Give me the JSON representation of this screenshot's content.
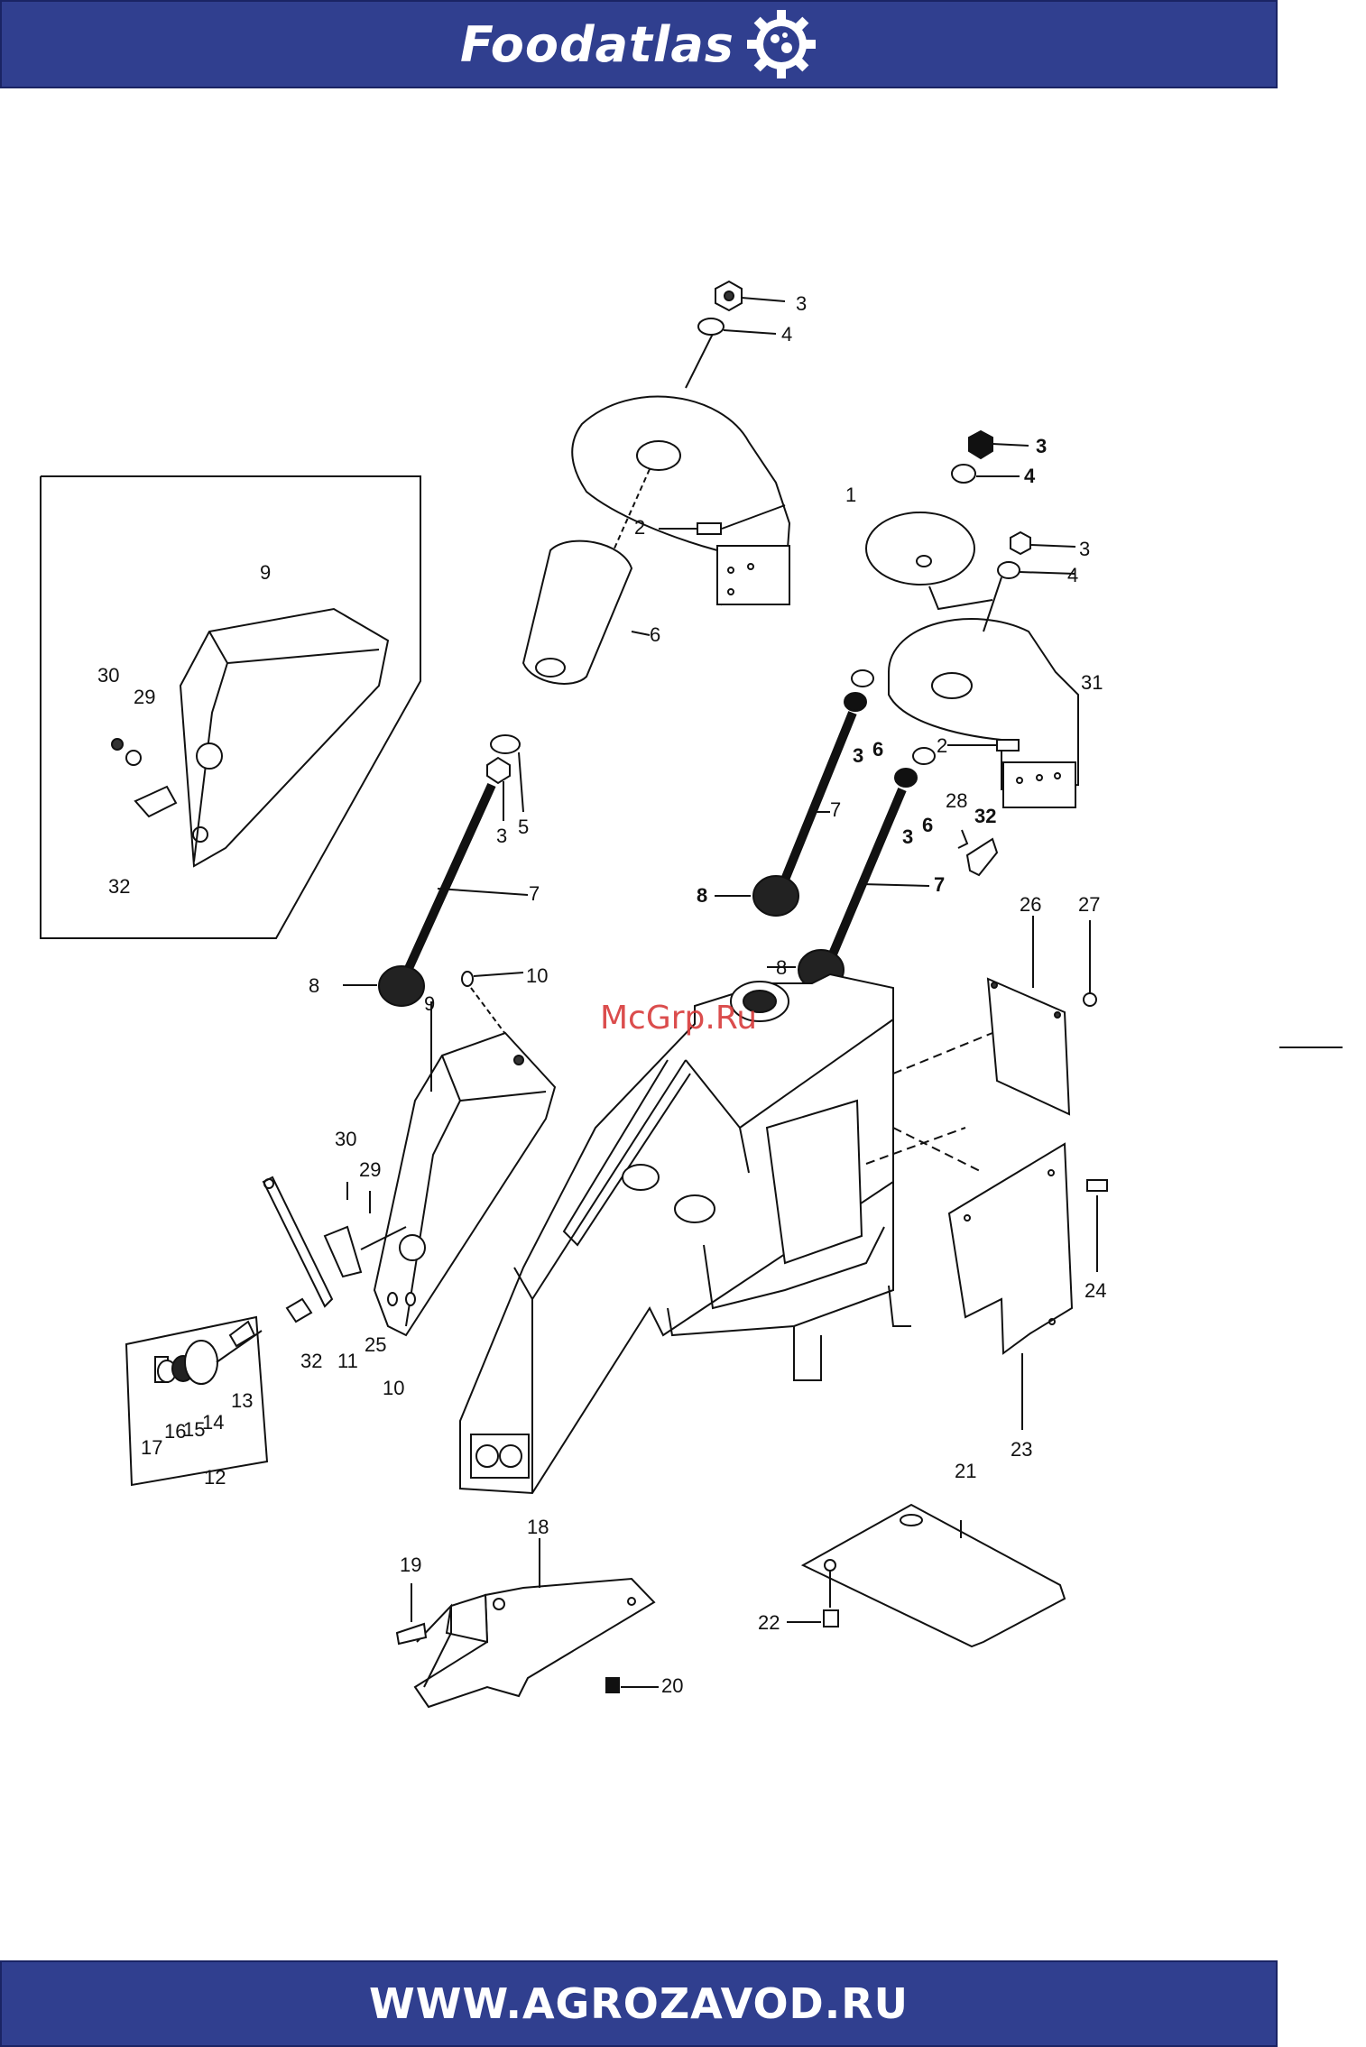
{
  "header": {
    "brand": "Foodatlas",
    "logo_icon": "gear-globe-icon"
  },
  "footer": {
    "url": "WWW.AGROZAVOD.RU"
  },
  "watermark": "McGrp.Ru",
  "colors": {
    "banner": "#303f8f",
    "watermark": "#d83a3a"
  },
  "diagram": {
    "inset": {
      "callouts": [
        "9",
        "30",
        "29",
        "32"
      ]
    },
    "callouts": {
      "c1": "1",
      "c2a": "2",
      "c3a": "3",
      "c4a": "4",
      "c6a": "6",
      "c3b": "3",
      "c5a": "5",
      "c7a": "7",
      "c8a": "8",
      "c10a": "10",
      "c9a": "9",
      "c30a": "30",
      "c29a": "29",
      "c32a": "32",
      "c11a": "11",
      "c25a": "25",
      "c10b": "10",
      "c12a": "12",
      "c13a": "13",
      "c17a": "17",
      "c16a": "16",
      "c15a": "15",
      "c14a": "14",
      "c3c": "3",
      "c4c": "4",
      "c3d": "3",
      "c4d": "4",
      "c31a": "31",
      "c3e": "3",
      "c6b": "6",
      "c3f": "3",
      "c6c": "6",
      "c2b": "2",
      "c7b": "7",
      "c7c": "7",
      "c8b": "8",
      "c8c": "8",
      "c28a": "28",
      "c32b": "32",
      "c26a": "26",
      "c27a": "27",
      "c24a": "24",
      "c23a": "23",
      "c21a": "21",
      "c18a": "18",
      "c19a": "19",
      "c20a": "20",
      "c22a": "22"
    }
  }
}
